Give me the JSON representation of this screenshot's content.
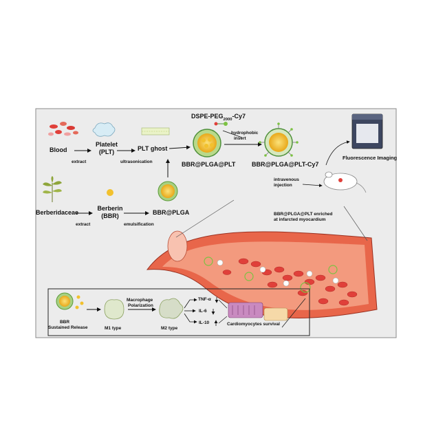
{
  "top_row": {
    "blood": "Blood",
    "platelet": "Platelet",
    "platelet_abbr": "(PLT)",
    "plt_ghost": "PLT ghost",
    "extract": "extract",
    "ultrasonication": "ultrasonication",
    "dspe_peg_prefix": "DSPE-PEG",
    "dspe_peg_sub": "2000",
    "dspe_peg_suffix": "-Cy7",
    "hydrophobic": "hydrophobic",
    "insert": "insert",
    "bbr_plga_plt": "BBR@PLGA@PLT",
    "bbr_plga_plt_cy7": "BBR@PLGA@PLT-Cy7",
    "fluorescence_imaging": "Fluorescence Imaging",
    "intravenous": "intravenous",
    "injection": "injection"
  },
  "middle_row": {
    "berberidaceae": "Berberidaceae",
    "berberin": "Berberin",
    "berberin_abbr": "(BBR)",
    "extract": "extract",
    "emulsification": "emulsification",
    "bbr_plga": "BBR@PLGA",
    "enriched_line1": "BBR@PLGA@PLT enriched",
    "enriched_line2": "at infarcted myocardium"
  },
  "bottom_panel": {
    "bbr": "BBR",
    "sustained_release": "Sustained Release",
    "macrophage": "Macrophage",
    "polarization": "Polarization",
    "m1_type": "M1 type",
    "m2_type": "M2 type",
    "tnf": "TNF-α",
    "il6": "IL-6",
    "il10": "IL-10",
    "cardiomyocytes_survival": "Cardiomyocytes survival"
  },
  "colors": {
    "panel_bg": "#ececec",
    "panel_border": "#8a8a8a",
    "vessel_outer": "#e8664a",
    "vessel_inner": "#f39a7e",
    "nanoparticle_yellow": "#f2c12e",
    "nanoparticle_green": "#7cc242",
    "blood_cell_red": "#e0403a"
  },
  "icons": [
    "blood-cells-icon",
    "platelet-icon",
    "membrane-ghost-icon",
    "plant-icon",
    "berberin-dot-icon",
    "nanoparticle-icon",
    "imaging-device-icon",
    "mouse-icon",
    "blood-vessel-icon",
    "macrophage-m1-icon",
    "macrophage-m2-icon",
    "cardiomyocytes-icon"
  ]
}
